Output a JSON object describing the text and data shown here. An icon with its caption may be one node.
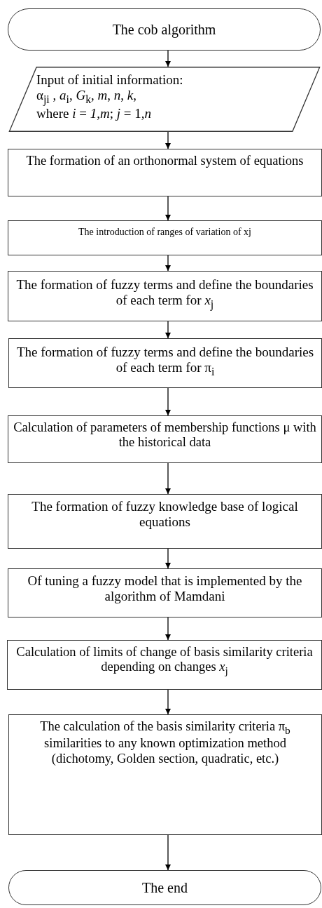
{
  "diagram": {
    "nodes": [
      {
        "text": [
          "The cob algorithm"
        ]
      },
      {
        "text": [
          "Input of initial information:",
          "α$_{ji}$ , *a*$_{i}$, *G*$_{k}$, *m*, *n*, *k*,",
          "where  *i* = *1,m*; *j* = 1,*n*"
        ]
      },
      {
        "text": [
          "The formation of an orthonormal system of equations"
        ]
      },
      {
        "text": [
          "The introduction of ranges of variation of xj"
        ]
      },
      {
        "text": [
          "The formation of fuzzy terms and define the boundaries of each term for  *x*$_{j}$"
        ]
      },
      {
        "text": [
          "The formation of fuzzy terms and define the boundaries of each term for  π$_{i}$"
        ]
      },
      {
        "text": [
          "Calculation of parameters of membership functions μ with the historical data"
        ]
      },
      {
        "text": [
          "The formation of fuzzy knowledge base of logical equations"
        ]
      },
      {
        "text": [
          "Of tuning a fuzzy model that is implemented by the algorithm of Mamdani"
        ]
      },
      {
        "text": [
          "Calculation of limits of change of basis similarity criteria depending on changes *x*$_{j}$"
        ]
      },
      {
        "text": [
          "The calculation of the basis similarity criteria π$_{b}$ similarities to any known optimization method (dichotomy, Golden section, quadratic, etc.)"
        ]
      },
      {
        "text": [
          "The end"
        ]
      }
    ],
    "edges": [
      {
        "from": 0,
        "to": 1,
        "arrow": "to"
      },
      {
        "from": 1,
        "to": 2,
        "arrow": "to"
      },
      {
        "from": 2,
        "to": 3,
        "arrow": "to"
      },
      {
        "from": 3,
        "to": 4,
        "arrow": "to"
      },
      {
        "from": 4,
        "to": 5,
        "arrow": "to"
      },
      {
        "from": 5,
        "to": 6,
        "arrow": "to"
      },
      {
        "from": 6,
        "to": 7,
        "arrow": "to"
      },
      {
        "from": 7,
        "to": 8,
        "arrow": "to"
      },
      {
        "from": 8,
        "to": 9,
        "arrow": "to"
      },
      {
        "from": 9,
        "to": 10,
        "arrow": "to"
      },
      {
        "from": 10,
        "to": 11,
        "arrow": "to"
      }
    ]
  }
}
